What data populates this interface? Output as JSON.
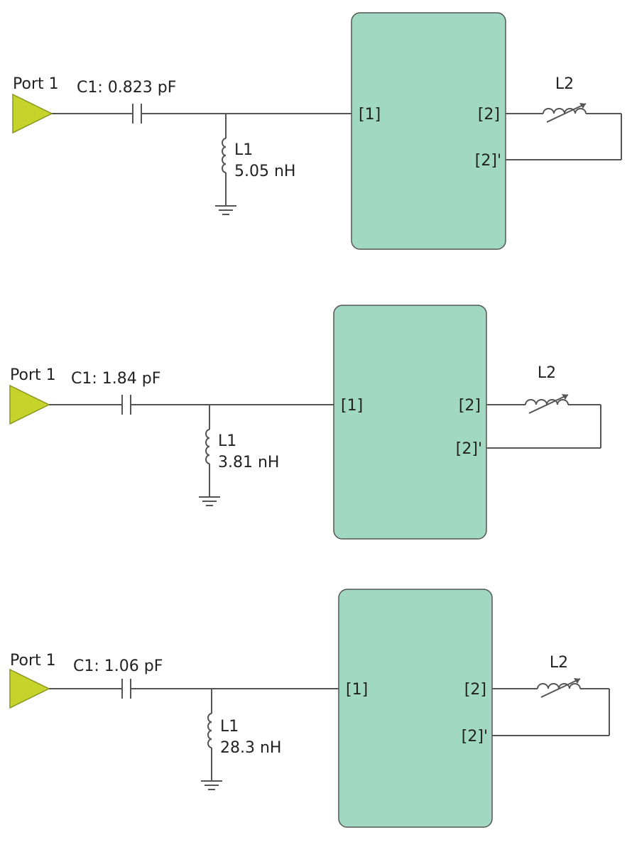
{
  "colors": {
    "block_fill": "#a1d8c3",
    "port_fill": "#c5d32a",
    "wire": "#555555"
  },
  "circuits": [
    {
      "port_label": "Port 1",
      "c1_label": "C1: 0.823 pF",
      "l1_name": "L1",
      "l1_value": "5.05 nH",
      "l2_name": "L2",
      "pin1": "[1]",
      "pin2": "[2]",
      "pin2p": "[2]'"
    },
    {
      "port_label": "Port 1",
      "c1_label": "C1: 1.84 pF",
      "l1_name": "L1",
      "l1_value": "3.81 nH",
      "l2_name": "L2",
      "pin1": "[1]",
      "pin2": "[2]",
      "pin2p": "[2]'"
    },
    {
      "port_label": "Port 1",
      "c1_label": "C1: 1.06 pF",
      "l1_name": "L1",
      "l1_value": "28.3 nH",
      "l2_name": "L2",
      "pin1": "[1]",
      "pin2": "[2]",
      "pin2p": "[2]'"
    }
  ]
}
